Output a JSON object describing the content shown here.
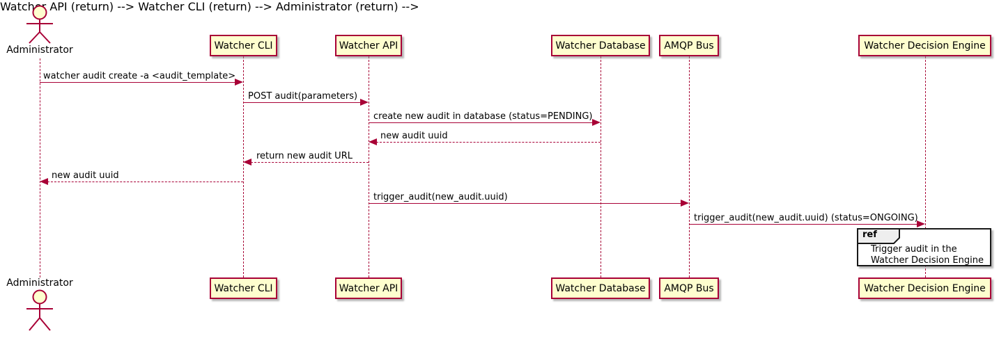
{
  "diagram": {
    "type": "plantuml-sequence",
    "colors": {
      "stroke": "#A80036",
      "participant_fill": "#FEFECE",
      "text": "#000000",
      "ref_border": "#181818",
      "ref_tab_fill": "#EEEEEE",
      "ref_fill": "#FFFFFF"
    },
    "actor": {
      "name": "Administrator"
    },
    "participants": [
      {
        "name": "Watcher CLI"
      },
      {
        "name": "Watcher API"
      },
      {
        "name": "Watcher Database"
      },
      {
        "name": "AMQP Bus"
      },
      {
        "name": "Watcher Decision Engine"
      }
    ],
    "messages": [
      {
        "from": "Administrator",
        "to": "Watcher CLI",
        "style": "solid",
        "label": "watcher audit create -a <audit_template>"
      },
      {
        "from": "Watcher CLI",
        "to": "Watcher API",
        "style": "solid",
        "label": "POST audit(parameters)"
      },
      {
        "from": "Watcher API",
        "to": "Watcher Database",
        "style": "solid",
        "label": "create new audit in database (status=PENDING)"
      },
      {
        "from": "Watcher Database",
        "to": "Watcher API",
        "style": "dashed",
        "label": "new audit uuid"
      },
      {
        "from": "Watcher API",
        "to": "Watcher CLI",
        "style": "dashed",
        "label": "return new audit URL"
      },
      {
        "from": "Watcher CLI",
        "to": "Administrator",
        "style": "dashed",
        "label": "new audit uuid"
      },
      {
        "from": "Watcher API",
        "to": "AMQP Bus",
        "style": "solid",
        "label": "trigger_audit(new_audit.uuid)"
      },
      {
        "from": "AMQP Bus",
        "to": "Watcher Decision Engine",
        "style": "solid",
        "label": "trigger_audit(new_audit.uuid) (status=ONGOING)"
      }
    ],
    "ref": {
      "keyword": "ref",
      "lines": [
        "Trigger audit in the",
        "Watcher Decision Engine"
      ]
    }
  }
}
